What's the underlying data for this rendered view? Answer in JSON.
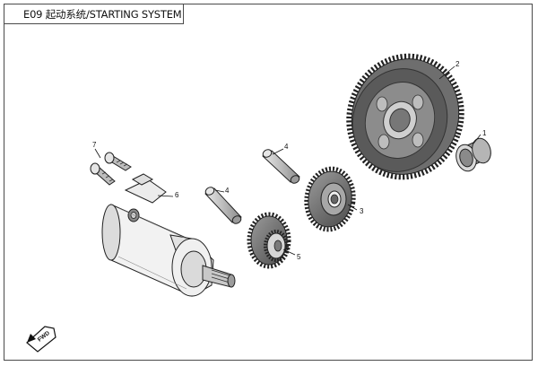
{
  "header": {
    "title": "E09 起动系统/STARTING SYSTEM"
  },
  "callouts": {
    "c1": "1",
    "c2": "2",
    "c3": "3",
    "c4a": "4",
    "c4b": "4",
    "c5": "5",
    "c6": "6",
    "c7": "7"
  },
  "direction_badge": {
    "label": "FWD"
  }
}
